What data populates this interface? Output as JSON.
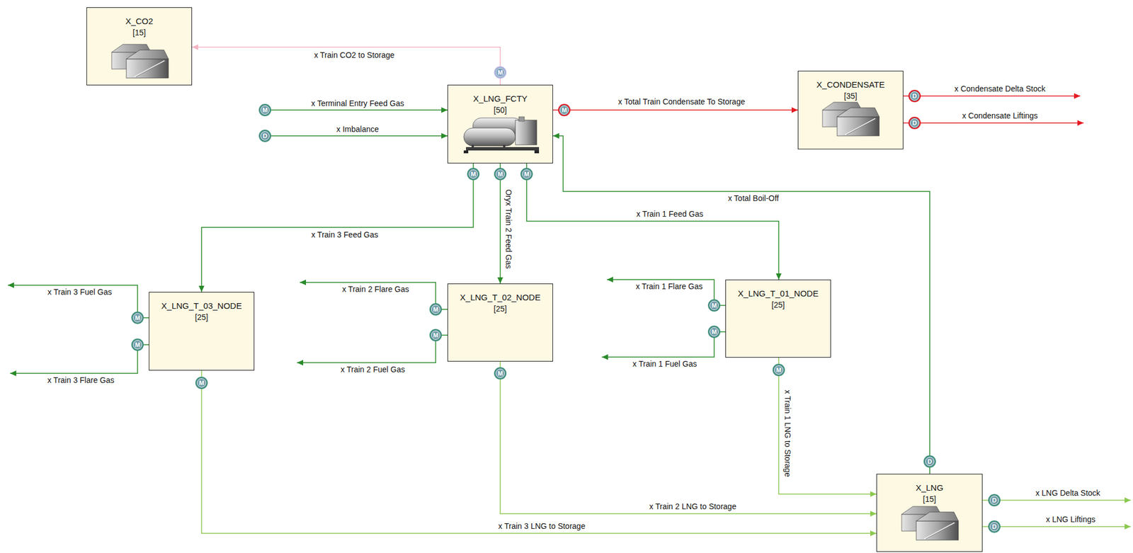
{
  "diagram": {
    "nodes": [
      {
        "text": [
          "X_CO2",
          "[15]"
        ]
      },
      {
        "text": [
          "X_LNG_FCTY",
          "[50]"
        ]
      },
      {
        "text": [
          "X_CONDENSATE",
          "[35]"
        ]
      },
      {
        "text": [
          "X_LNG_T_03_NODE",
          "[25]"
        ]
      },
      {
        "text": [
          "X_LNG_T_02_NODE",
          "[25]"
        ]
      },
      {
        "text": [
          "X_LNG_T_01_NODE",
          "[25]"
        ]
      },
      {
        "text": [
          "X_LNG",
          "[15]"
        ]
      }
    ],
    "edges": [
      {
        "from": 1,
        "to": 0,
        "arrow": "to",
        "label": "x Train CO2 to Storage"
      },
      {
        "from": 1,
        "to": 2,
        "arrow": "to",
        "label": "x Total Train Condensate To Storage"
      },
      {
        "from": 6,
        "to": 1,
        "arrow": "to",
        "label": "x Total Boil-Off"
      },
      {
        "from": 1,
        "to": 3,
        "arrow": "to",
        "label": "x Train 3 Feed Gas"
      },
      {
        "from": 1,
        "to": 4,
        "arrow": "to",
        "label": "Oryx Train 2 Feed Gas"
      },
      {
        "from": 1,
        "to": 5,
        "arrow": "to",
        "label": "x Train 1 Feed Gas"
      },
      {
        "from": 5,
        "to": 6,
        "arrow": "to",
        "label": "x Train 1 LNG to Storage"
      },
      {
        "from": 4,
        "to": 6,
        "arrow": "to",
        "label": "x Train 2 LNG to Storage"
      },
      {
        "from": 3,
        "to": 6,
        "arrow": "to",
        "label": "x Train 3 LNG to Storage"
      }
    ],
    "labels": [
      "x Terminal Entry Feed Gas",
      "x Imbalance",
      "x Condensate Delta Stock",
      "x Condensate Liftings",
      "x Train 3 Fuel Gas",
      "x Train 3 Flare Gas",
      "x Train 2 Flare Gas",
      "x Train 2 Fuel Gas",
      "x Train 1 Flare Gas",
      "x Train 1 Fuel Gas",
      "x LNG Delta Stock",
      "x LNG Liftings",
      "M",
      "M",
      "D",
      "M",
      "D",
      "D",
      "M",
      "M",
      "M",
      "M",
      "M",
      "M",
      "M",
      "M",
      "M",
      "M",
      "M",
      "M",
      "D",
      "D",
      "D"
    ]
  }
}
